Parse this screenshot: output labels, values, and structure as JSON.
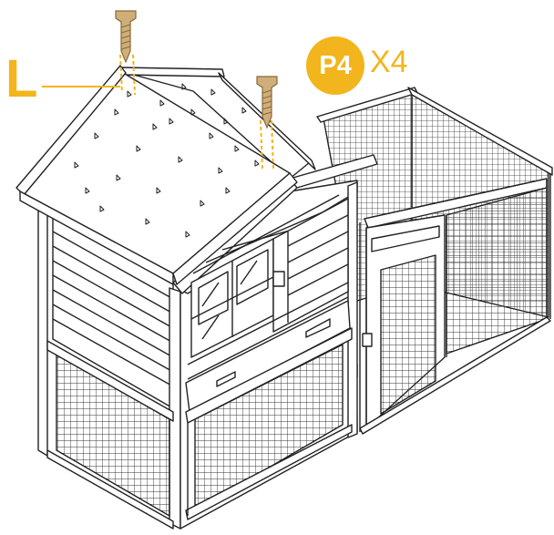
{
  "labels": {
    "part_letter": "L",
    "part_code": "P4",
    "quantity": "X4"
  },
  "colors": {
    "accent": "#f2b51d",
    "line": "#222222",
    "screw": "#cfae7a"
  },
  "icons": [
    "screw-icon"
  ]
}
